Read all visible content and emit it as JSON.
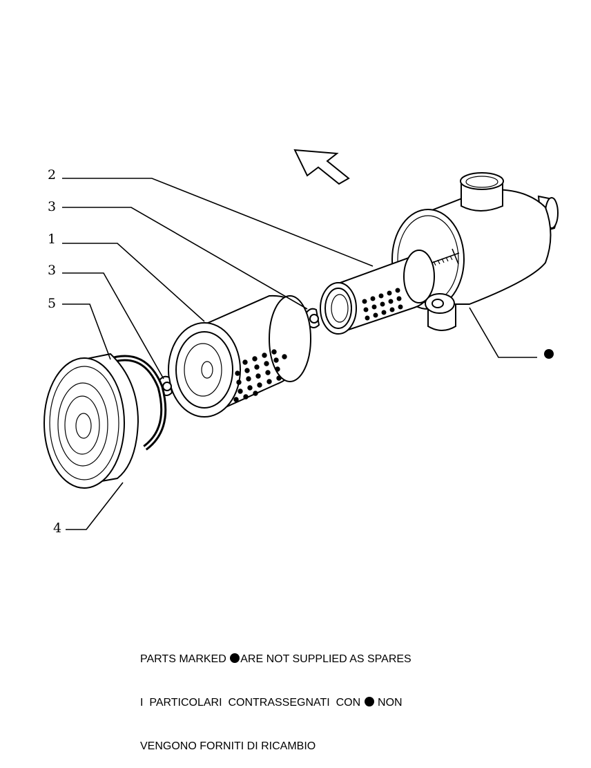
{
  "callouts": {
    "c2": "2",
    "c3a": "3",
    "c1": "1",
    "c3b": "3",
    "c5": "5",
    "c4": "4"
  },
  "symbols": {
    "marked_dot": "filled-circle"
  },
  "notes": {
    "line1_before": "PARTS MARKED ",
    "line1_after": "ARE NOT SUPPLIED AS SPARES",
    "line2_before": "I  PARTICOLARI  CONTRASSEGNATI  CON ",
    "line2_after": " NON",
    "line3": "VENGONO FORNITI DI RICAMBIO"
  }
}
